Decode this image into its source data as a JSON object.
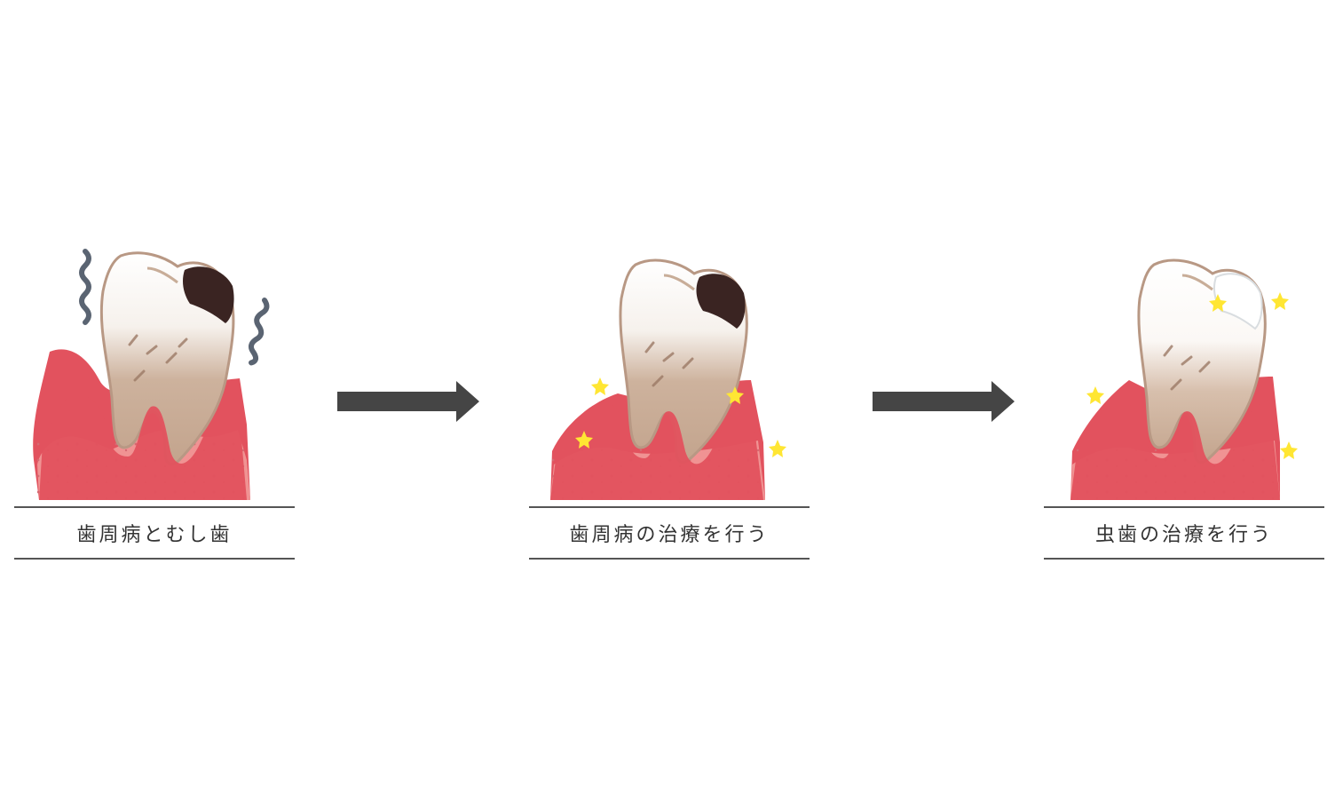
{
  "stages": [
    {
      "caption": "歯周病とむし歯"
    },
    {
      "caption": "歯周病の治療を行う"
    },
    {
      "caption": "虫歯の治療を行う"
    }
  ],
  "colors": {
    "gum_outer": "#e2525e",
    "gum_inner": "#f09393",
    "tooth_top": "#ffffff",
    "tooth_stain": "#c8ad98",
    "cavity": "#3a2422",
    "sparkle": "#ffe633",
    "wave": "#5a6472",
    "arrow": "#454545",
    "caption_line": "#555555"
  },
  "icons": {
    "wave": "shaking-wave-icon",
    "sparkle": "sparkle-icon",
    "arrow": "right-arrow-icon"
  }
}
